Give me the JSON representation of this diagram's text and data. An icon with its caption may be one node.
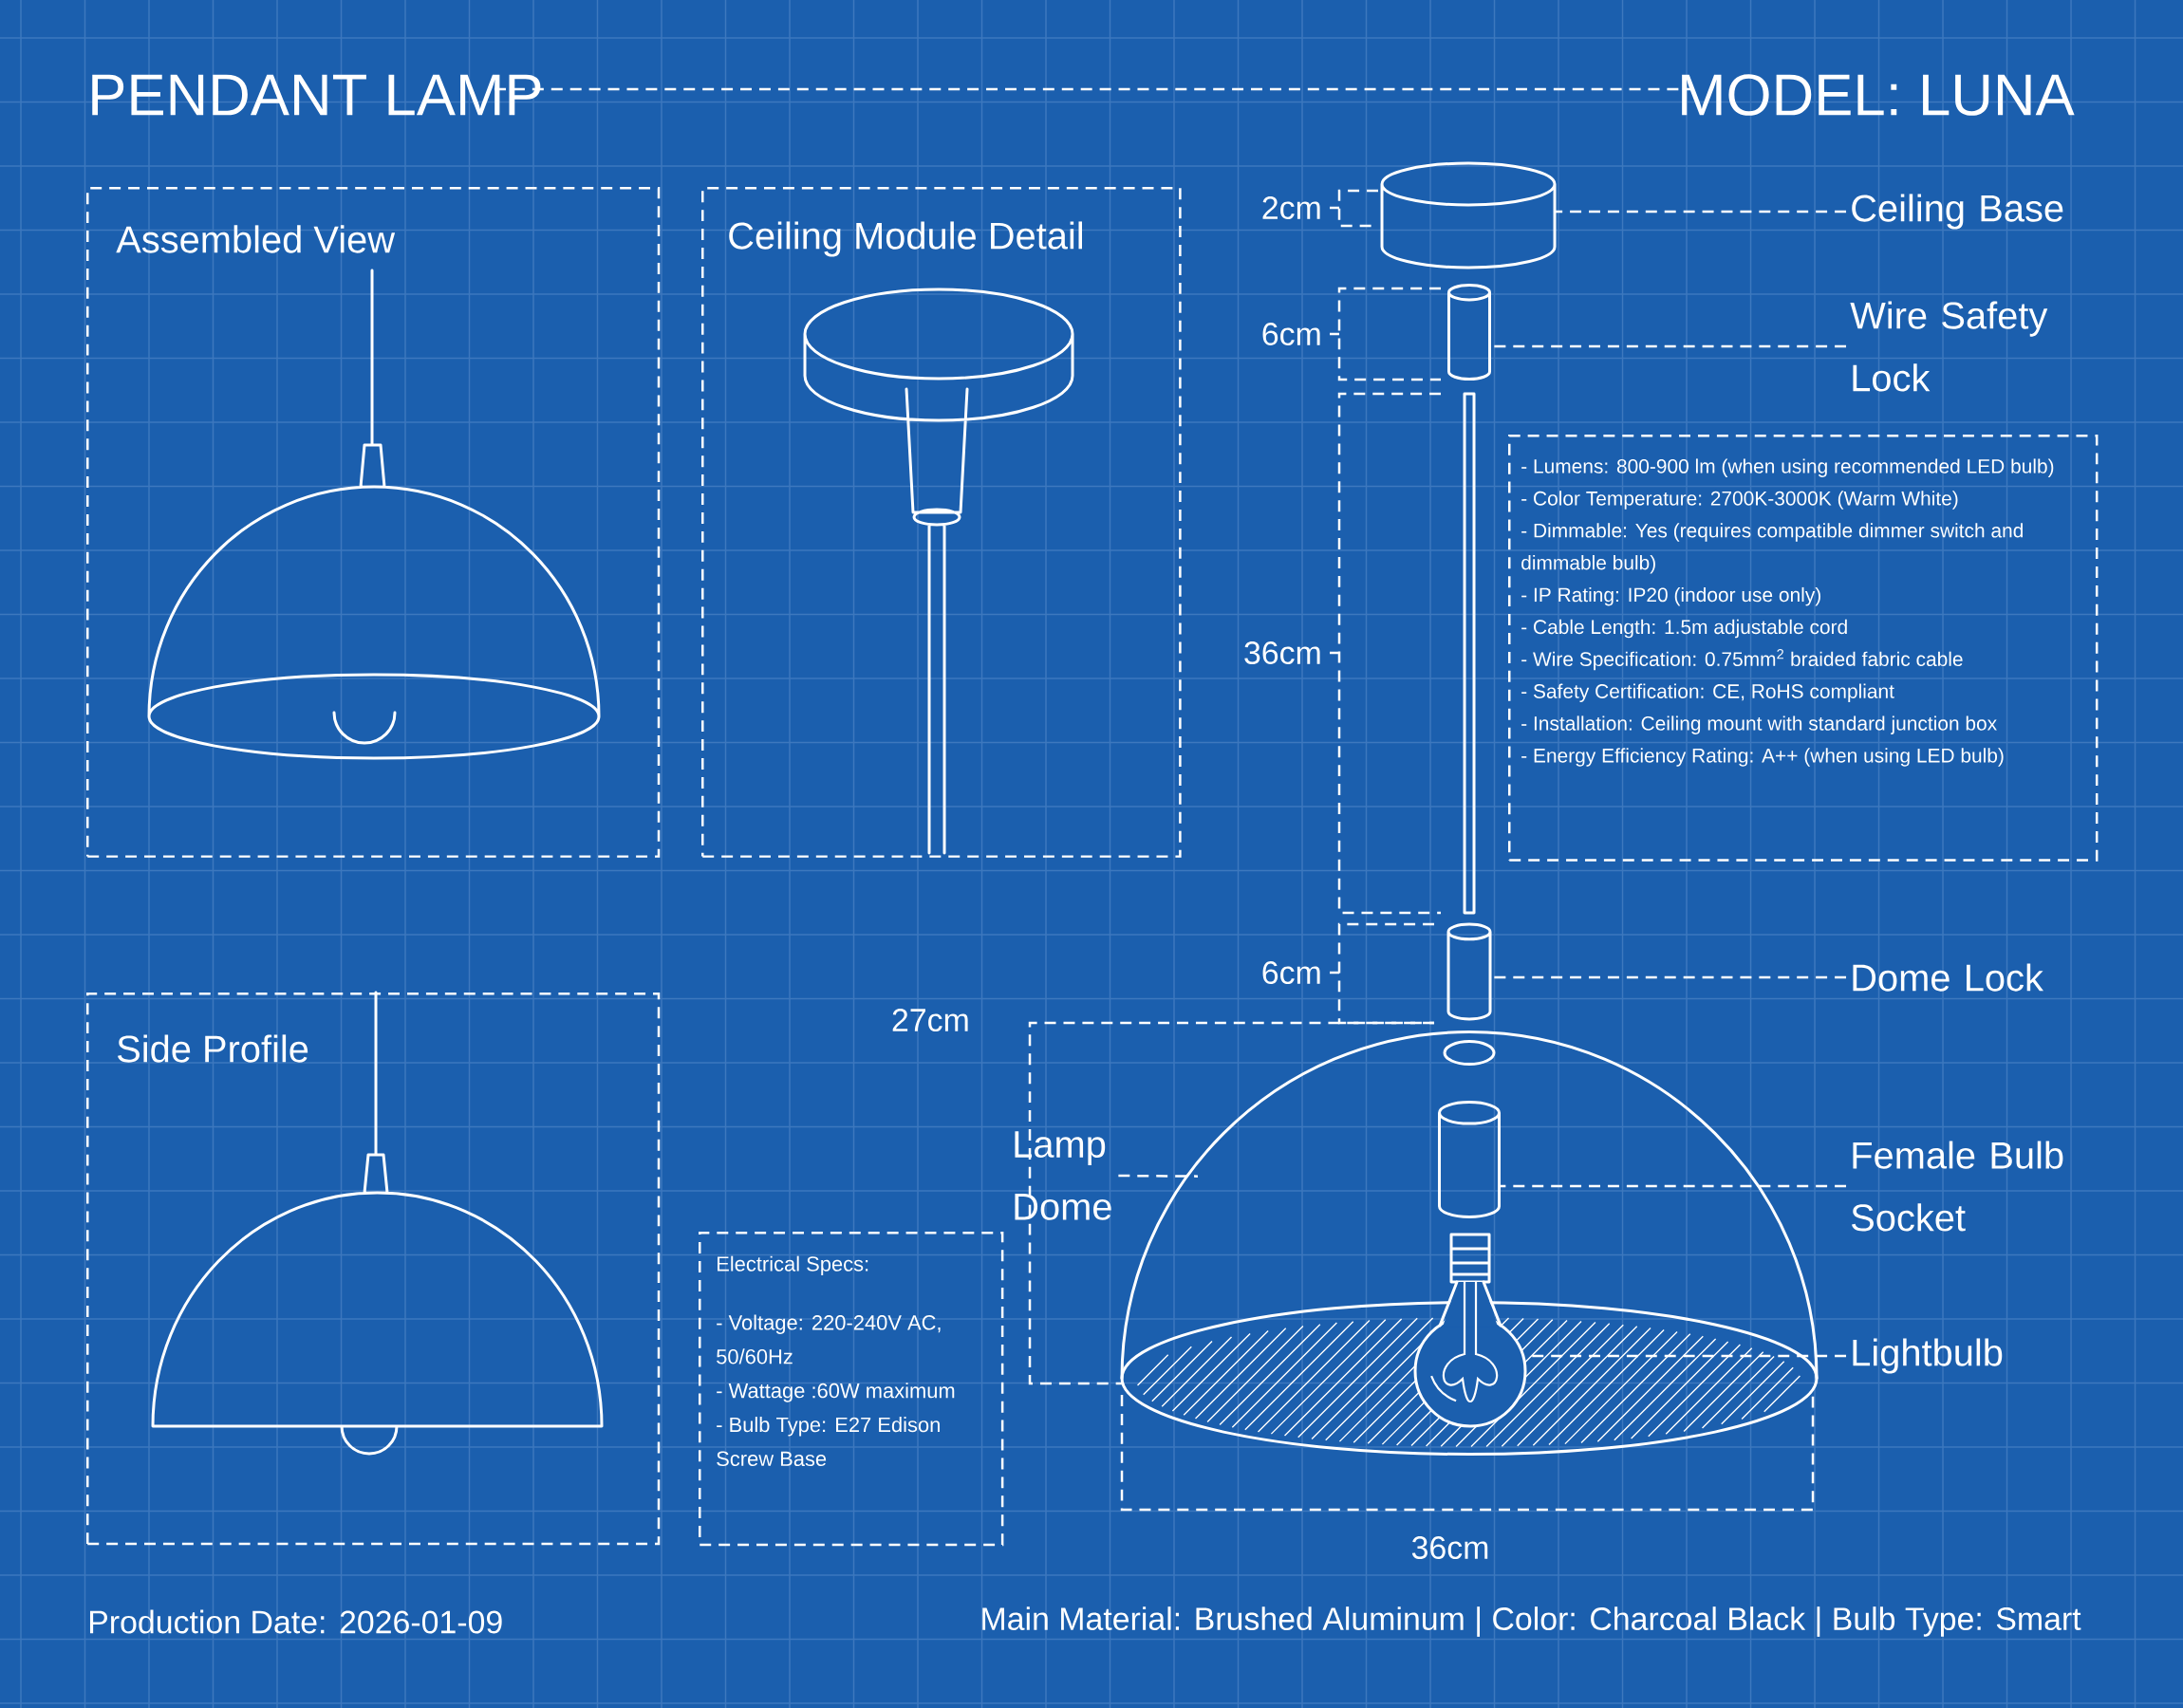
{
  "diagram": {
    "title": "PENDANT LAMP",
    "nodes": [
      {
        "text": [
          "Assembled View"
        ]
      },
      {
        "text": [
          "Ceiling Module Detail"
        ]
      },
      {
        "text": [
          "Side Profile"
        ]
      },
      {
        "text": [
          "Electrical Specs:",
          "- Voltage: 220-240V AC, 50/60Hz",
          "- Wattage :60W maximum",
          "- Bulb Type: E27 Edison Screw Base"
        ]
      },
      {
        "text": [
          "- Lumens: 800-900 lm (when using recommended LED bulb)",
          "- Color Temperature: 2700K-3000K (Warm White)",
          "- Dimmable: Yes (requires compatible dimmer switch and dimmable bulb)",
          "- IP Rating: IP20 (indoor use only)",
          "- Cable Length: 1.5m adjustable cord",
          "- Wire Specification: 0.75mm$^{2}$ braided fabric cable",
          "- Safety Certification: CE, RoHS compliant",
          "- Installation: Ceiling mount with standard junction box",
          "- Energy Efficiency Rating: A++ (when using LED bulb)"
        ]
      },
      {
        "text": [
          "Ceiling Base"
        ]
      },
      {
        "text": [],
        "shape": "cylinder"
      },
      {
        "text": [
          "Wire Safety Lock"
        ]
      },
      {
        "text": [],
        "shape": "cylinder"
      },
      {
        "text": [
          "Dome Lock"
        ]
      },
      {
        "text": [],
        "shape": "cylinder"
      },
      {
        "text": [
          "Lamp Dome"
        ]
      },
      {
        "text": [],
        "shape": "picture"
      },
      {
        "text": [
          "Female Bulb Socket"
        ]
      },
      {
        "text": [],
        "shape": "cylinder",
        "in": 12
      },
      {
        "text": [
          "Lightbulb"
        ]
      },
      {
        "text": [],
        "shape": "picture",
        "in": 12
      }
    ],
    "edges": [
      {
        "from": 5,
        "to": 6,
        "arrow": "none"
      },
      {
        "from": 7,
        "to": 8,
        "arrow": "none"
      },
      {
        "from": 9,
        "to": 10,
        "arrow": "none"
      },
      {
        "from": 11,
        "to": 12,
        "arrow": "none"
      },
      {
        "from": 13,
        "to": 14,
        "arrow": "none"
      },
      {
        "from": 15,
        "to": 16,
        "arrow": "none"
      }
    ],
    "labels": [
      "MODEL: LUNA",
      "2cm",
      "6cm",
      "36cm",
      "6cm",
      "27cm",
      "36cm",
      "Production Date: 2026-01-09",
      "Main Material: Brushed Aluminum | Color: Charcoal Black | Bulb Type: Smart"
    ]
  }
}
